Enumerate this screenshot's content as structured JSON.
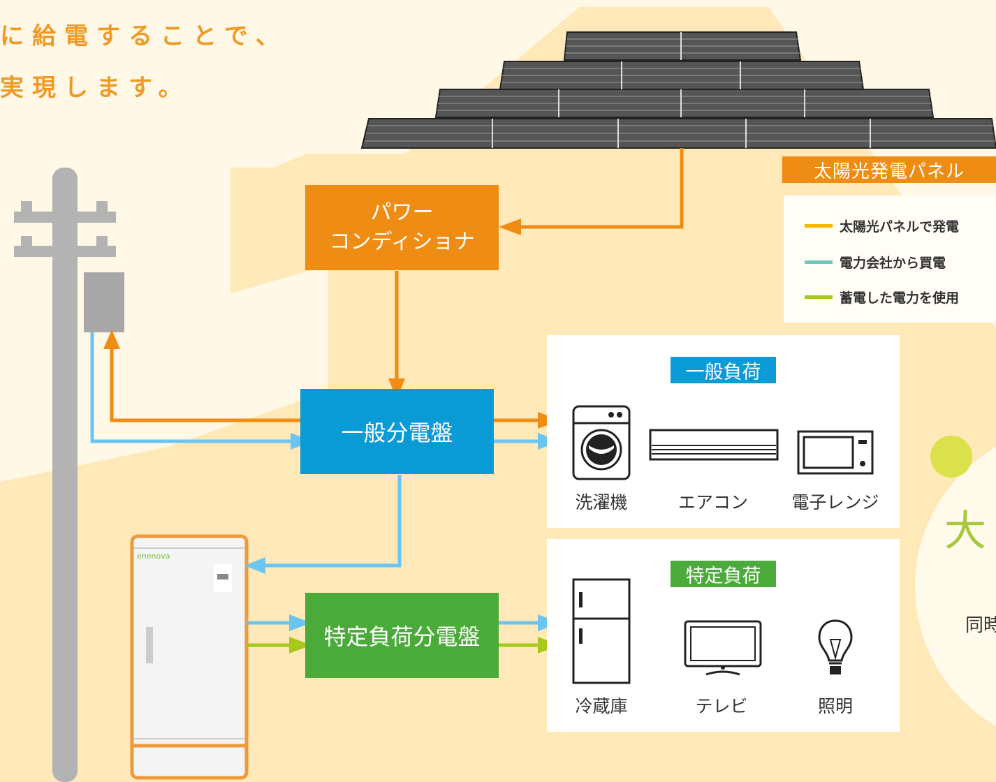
{
  "headline": {
    "line1": "に給電することで、",
    "line2": "実現します。"
  },
  "solar_panel_label": "太陽光発電パネル",
  "power_conditioner": {
    "line1": "パワー",
    "line2": "コンディショナ"
  },
  "general_panel": "一般分電盤",
  "specific_panel": "特定負荷分電盤",
  "battery_brand": "enenova",
  "legend": [
    {
      "label": "太陽光パネルで発電",
      "color": "#f5b800"
    },
    {
      "label": "電力会社から買電",
      "color": "#6ec8c0"
    },
    {
      "label": "蓄電した電力を使用",
      "color": "#a6c91b"
    }
  ],
  "general_load": {
    "tag": "一般負荷",
    "appliances": [
      {
        "label": "洗濯機",
        "icon": "washing-machine-icon"
      },
      {
        "label": "エアコン",
        "icon": "air-conditioner-icon"
      },
      {
        "label": "電子レンジ",
        "icon": "microwave-icon"
      }
    ]
  },
  "specific_load": {
    "tag": "特定負荷",
    "appliances": [
      {
        "label": "冷蔵庫",
        "icon": "refrigerator-icon"
      },
      {
        "label": "テレビ",
        "icon": "television-icon"
      },
      {
        "label": "照明",
        "icon": "light-bulb-icon"
      }
    ]
  },
  "right_circle": {
    "char": "大",
    "text": "同時"
  },
  "colors": {
    "orange": "#ef8c14",
    "blue": "#0a9ad6",
    "green": "#4aab3a",
    "arrow_orange": "#ef8c14",
    "arrow_blue": "#6cc4f0",
    "arrow_green": "#a6c91b"
  }
}
